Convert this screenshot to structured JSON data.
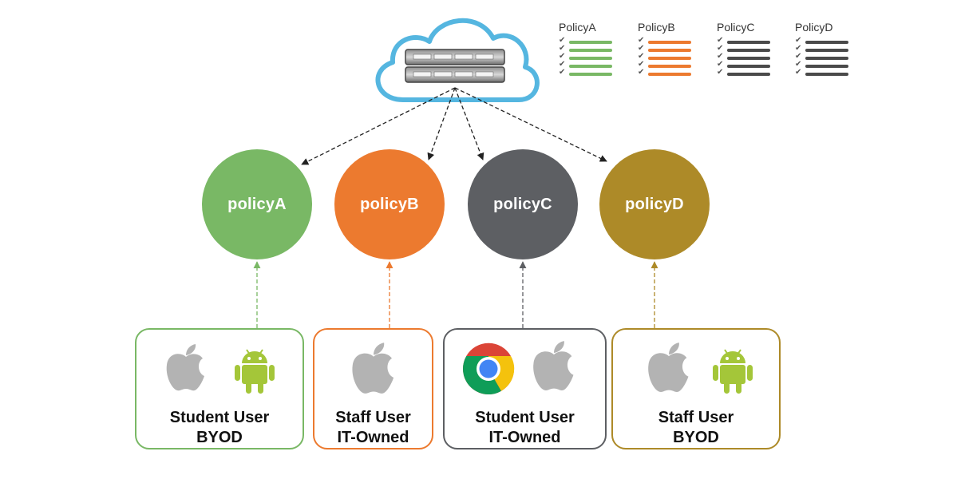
{
  "colors": {
    "policyA": "#79b865",
    "policyB": "#ec7a2f",
    "policyC": "#5d5f63",
    "policyD": "#ad8a28",
    "cloud": "#55b6e0",
    "apple": "#b3b3b3",
    "android": "#a4c639"
  },
  "legend": [
    {
      "title": "PolicyA",
      "color": "#79b865"
    },
    {
      "title": "PolicyB",
      "color": "#ec7a2f"
    },
    {
      "title": "PolicyC",
      "color": "#4a4a4a"
    },
    {
      "title": "PolicyD",
      "color": "#4a4a4a"
    }
  ],
  "policies": [
    {
      "label": "policyA",
      "color": "#79b865"
    },
    {
      "label": "policyB",
      "color": "#ec7a2f"
    },
    {
      "label": "policyC",
      "color": "#5d5f63"
    },
    {
      "label": "policyD",
      "color": "#ad8a28"
    }
  ],
  "groups": [
    {
      "line1": "Student User",
      "line2": "BYOD",
      "icons": [
        "apple-icon",
        "android-icon"
      ]
    },
    {
      "line1": "Staff User",
      "line2": "IT-Owned",
      "icons": [
        "apple-icon"
      ]
    },
    {
      "line1": "Student User",
      "line2": "IT-Owned",
      "icons": [
        "chrome-icon",
        "apple-icon"
      ]
    },
    {
      "line1": "Staff User",
      "line2": "BYOD",
      "icons": [
        "apple-icon",
        "android-icon"
      ]
    }
  ]
}
